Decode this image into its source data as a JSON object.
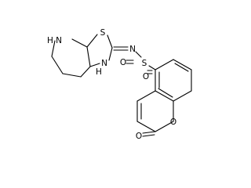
{
  "molecule": {
    "atoms": {
      "n_ring": "N",
      "n_ring_h": "H",
      "s_thiazole": "S",
      "n_thiazole_h": "H",
      "n_thiazole": "N",
      "n_imine": "N",
      "s_sulfonyl": "S",
      "o_sulfonyl_top": "O",
      "o_sulfonyl_bottom": "O",
      "o_ring": "O",
      "o_carbonyl": "O"
    }
  }
}
